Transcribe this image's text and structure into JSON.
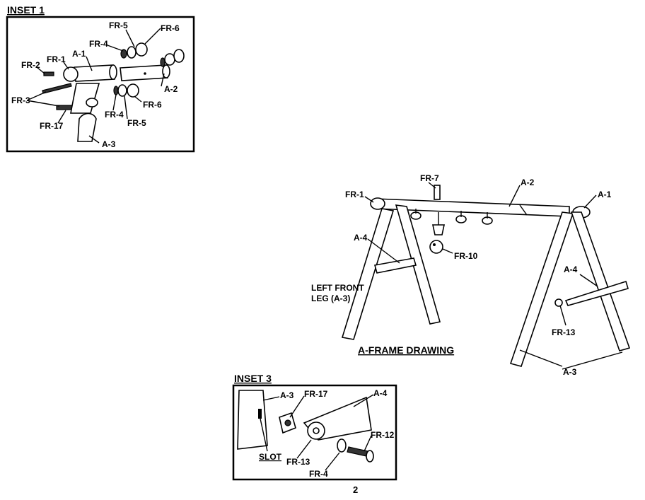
{
  "inset1": {
    "title": "INSET 1",
    "labels": {
      "fr5": "FR-5",
      "fr6": "FR-6",
      "fr4": "FR-4",
      "a1": "A-1",
      "fr1": "FR-1",
      "fr2": "FR-2",
      "fr3": "FR-3",
      "fr17": "FR-17",
      "a2": "A-2",
      "fr6b": "FR-6",
      "fr4b": "FR-4",
      "fr5b": "FR-5",
      "a3": "A-3"
    }
  },
  "aframe": {
    "title": "A-FRAME DRAWING",
    "labels": {
      "fr7": "FR-7",
      "a2": "A-2",
      "fr1": "FR-1",
      "a1": "A-1",
      "a4": "A-4",
      "fr10": "FR-10",
      "left_front_1": "LEFT FRONT",
      "left_front_2": "LEG (A-3)",
      "a4b": "A-4",
      "fr13": "FR-13",
      "a3": "A-3"
    }
  },
  "inset3": {
    "title": "INSET 3",
    "labels": {
      "a3": "A-3",
      "fr17": "FR-17",
      "a4": "A-4",
      "slot": "SLOT",
      "fr12": "FR-12",
      "fr13": "FR-13",
      "fr4": "FR-4"
    }
  },
  "page_number": "2"
}
